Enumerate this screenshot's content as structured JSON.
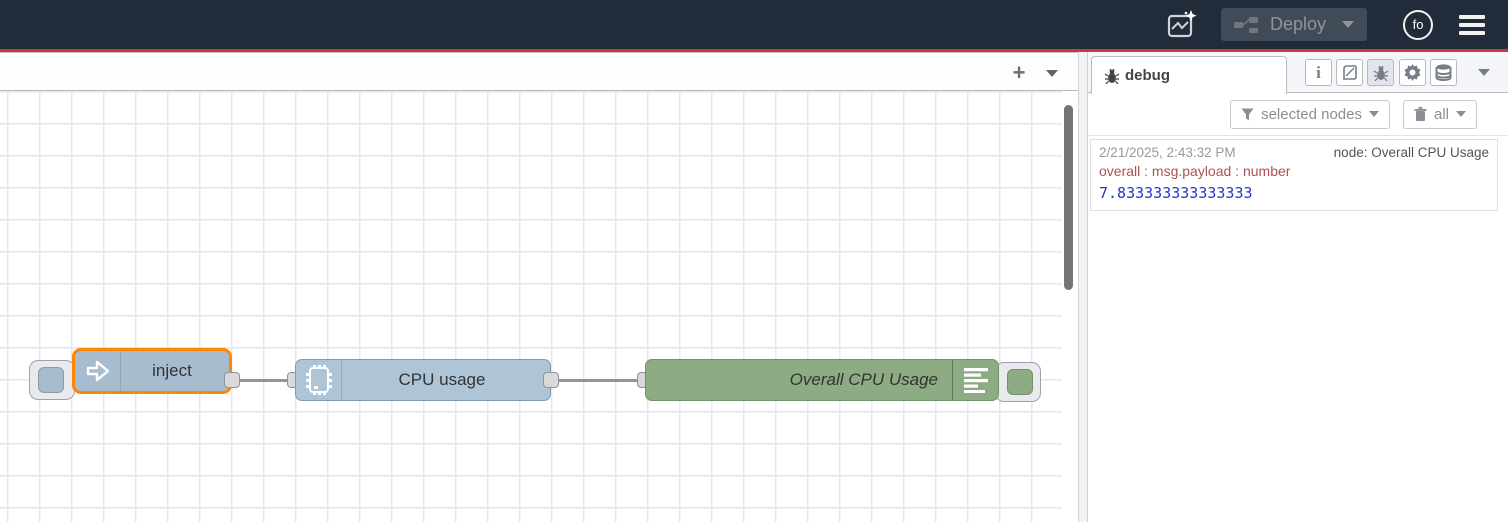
{
  "header": {
    "deploy_label": "Deploy",
    "avatar_label": "fo"
  },
  "workspace": {
    "add_flow_label": "+"
  },
  "nodes": {
    "inject_label": "inject",
    "cpu_label": "CPU usage",
    "debug_label": "Overall CPU Usage"
  },
  "sidebar": {
    "tab_label": "debug",
    "filter_button_label": "selected nodes",
    "clear_button_label": "all",
    "message": {
      "timestamp": "2/21/2025, 2:43:32 PM",
      "source": "node: Overall CPU Usage",
      "path": "overall : msg.payload : number",
      "value": "7.833333333333333"
    }
  },
  "icons": {
    "info_glyph": "i"
  },
  "colors": {
    "header_bg": "#212b39",
    "deploy_alert_red": "#c9393c",
    "selection_orange": "#ff8505",
    "inject_node": "#a7bccf",
    "cpu_node": "#aec5d8",
    "debug_node_green": "#8dac83",
    "debug_value_blue": "#2536cc",
    "debug_path_red": "#ad5252"
  }
}
